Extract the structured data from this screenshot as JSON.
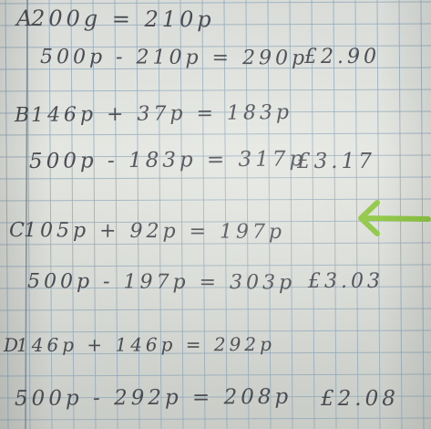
{
  "notebook": {
    "rows": [
      {
        "label": "A",
        "text": "200g = 210p"
      },
      {
        "text": "500p - 210p = 290p",
        "answer": "£2.90"
      },
      {
        "label": "B",
        "text": "146p + 37p = 183p"
      },
      {
        "text": "500p - 183p = 317p",
        "answer": "£3.17"
      },
      {
        "label": "C",
        "text": "105p + 92p = 197p"
      },
      {
        "text": "500p - 197p = 303p",
        "answer": "£3.03"
      },
      {
        "label": "D",
        "text": "146p + 146p = 292p"
      },
      {
        "text": "500p - 292p = 208p",
        "answer": "£2.08"
      }
    ]
  },
  "colors": {
    "paper": "#e4e6e1",
    "grid": "#8fa7b8",
    "ink": "#4a4c52",
    "arrow": "#8cc63f"
  },
  "icons": {
    "arrow": "arrow-left-icon"
  }
}
